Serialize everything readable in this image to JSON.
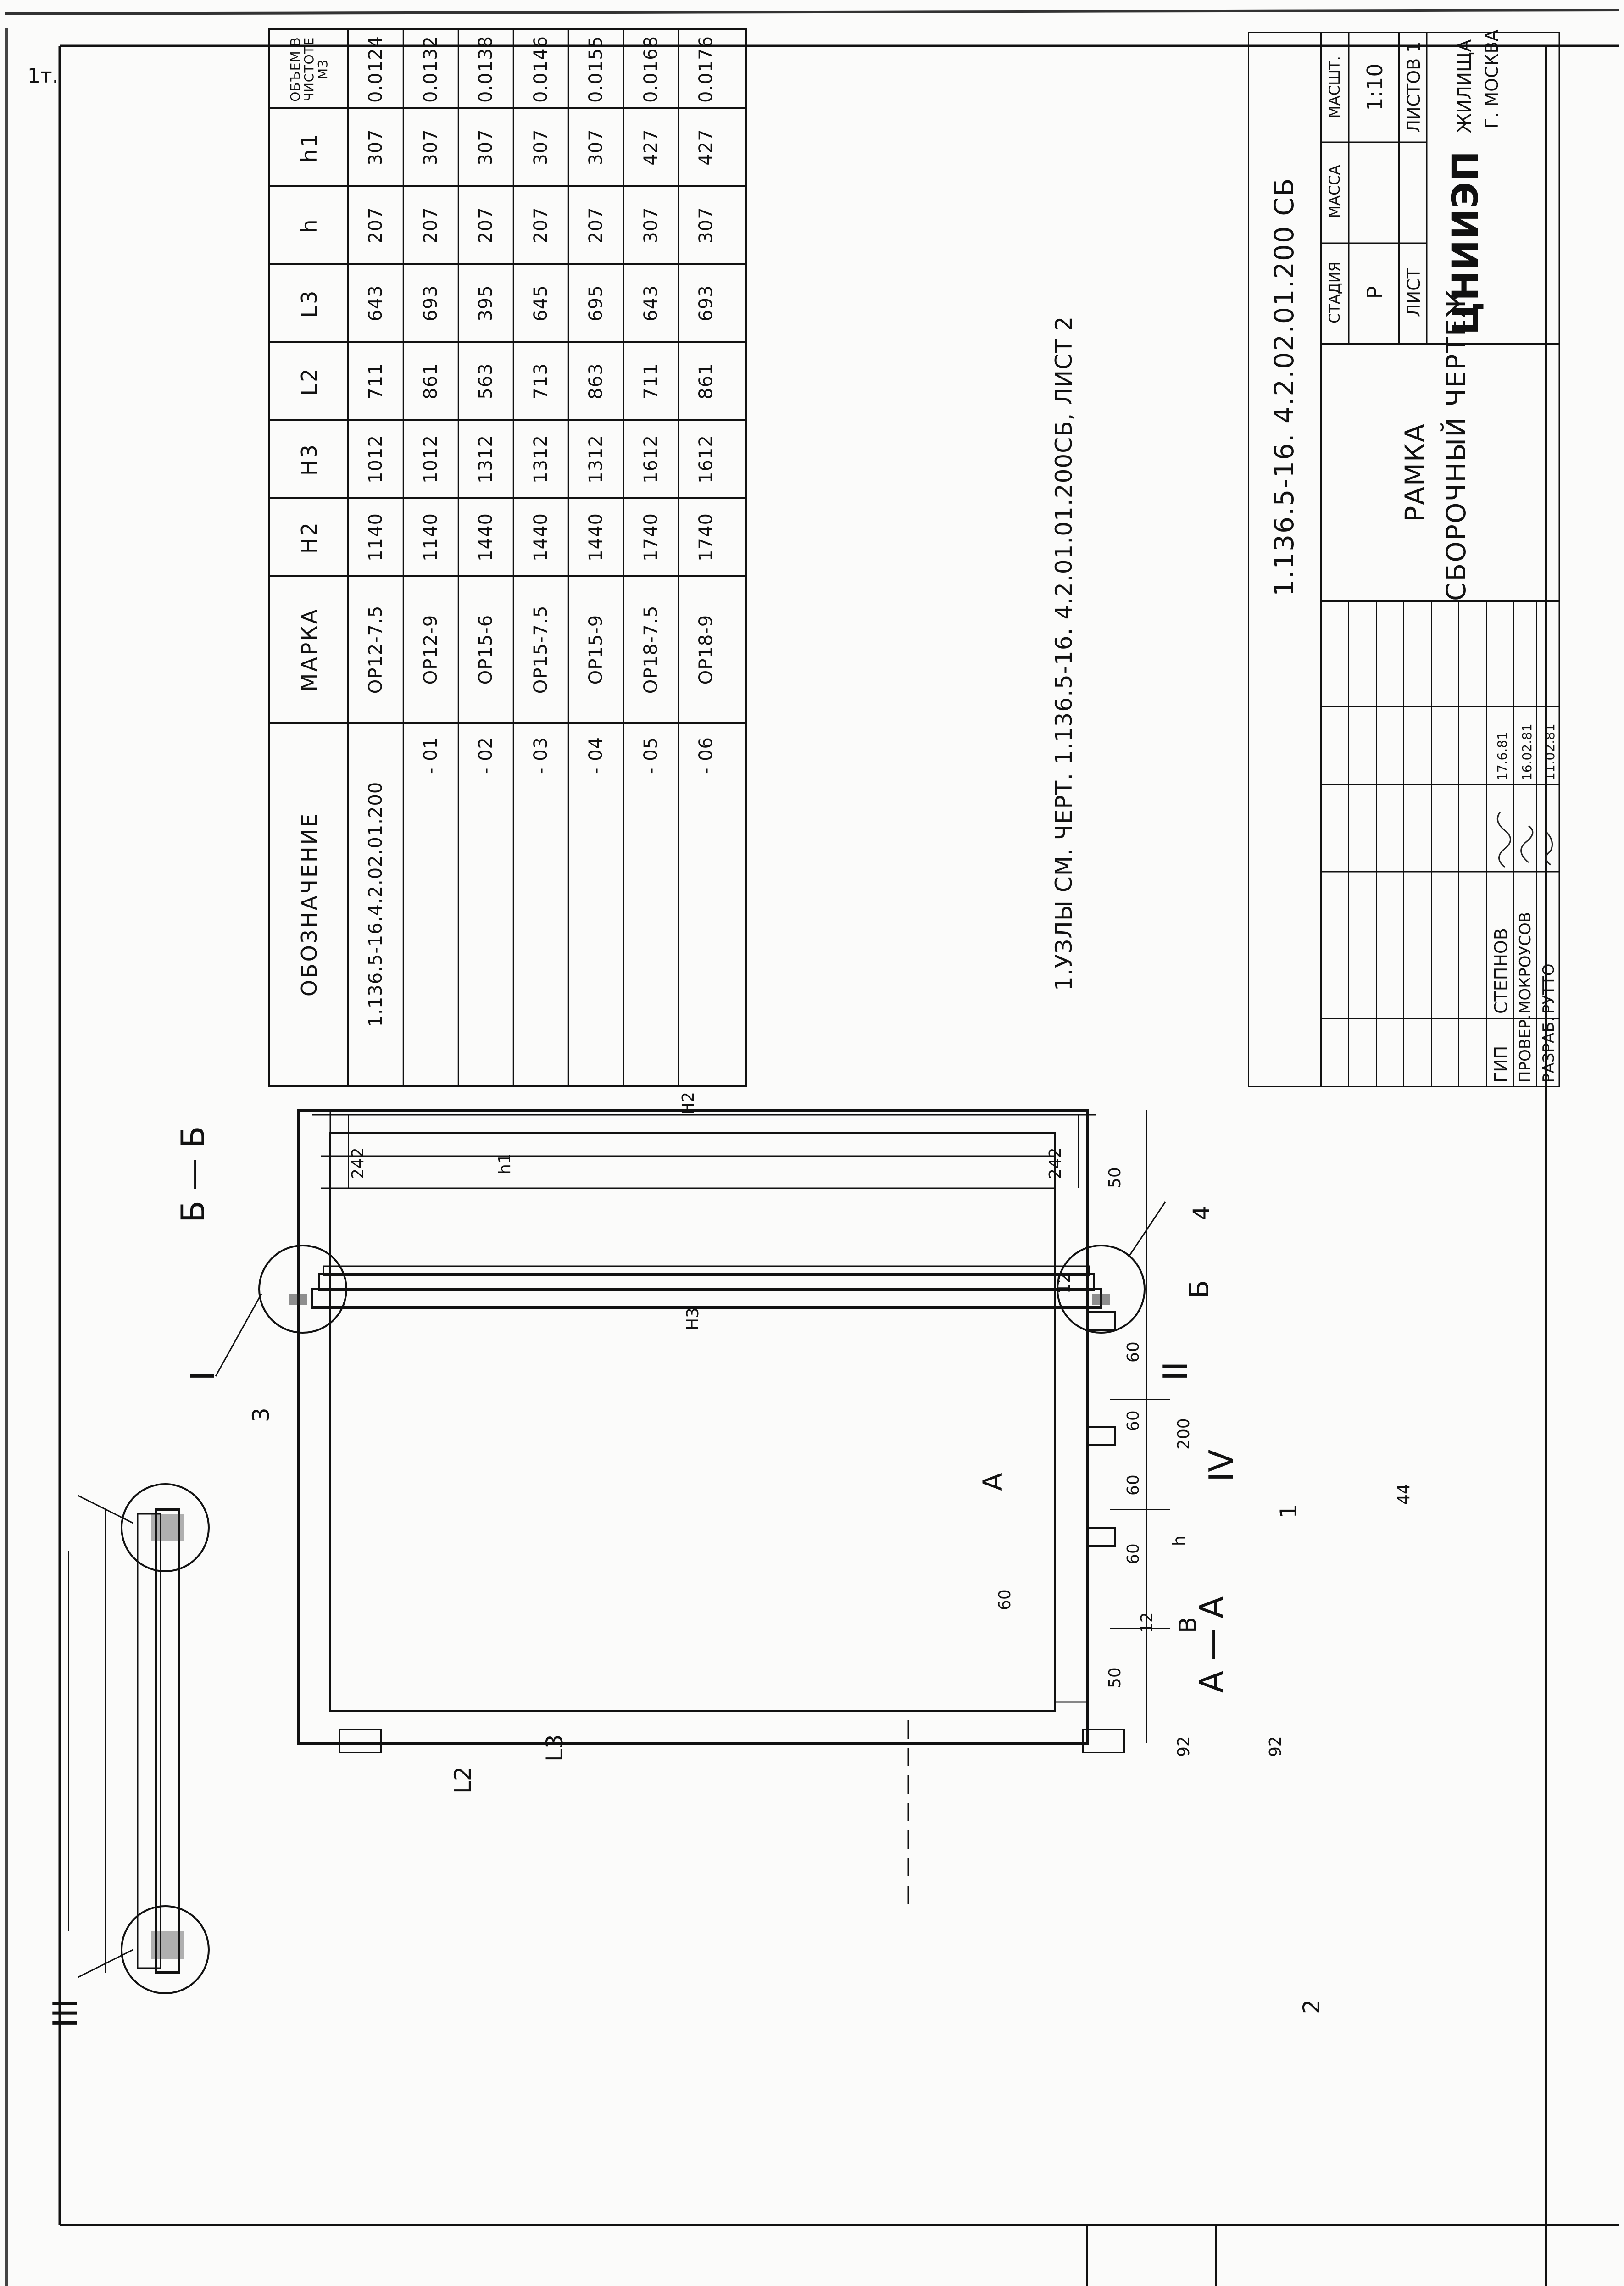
{
  "spec_table": {
    "headers": [
      "ОБОЗНАЧЕНИЕ",
      "МАРКА",
      "H2",
      "H3",
      "L2",
      "L3",
      "h",
      "h1",
      "ОБЪЕМ В ЧИСТОТЕ М3"
    ],
    "rows": [
      [
        "1.136.5-16.4.2.02.01.200",
        "ОР12-7.5",
        "1140",
        "1012",
        "711",
        "643",
        "207",
        "307",
        "0.0124"
      ],
      [
        "- 01",
        "ОР12-9",
        "1140",
        "1012",
        "861",
        "693",
        "207",
        "307",
        "0.0132"
      ],
      [
        "- 02",
        "ОР15-6",
        "1440",
        "1312",
        "563",
        "395",
        "207",
        "307",
        "0.0138"
      ],
      [
        "- 03",
        "ОР15-7.5",
        "1440",
        "1312",
        "713",
        "645",
        "207",
        "307",
        "0.0146"
      ],
      [
        "- 04",
        "ОР15-9",
        "1440",
        "1312",
        "863",
        "695",
        "207",
        "307",
        "0.0155"
      ],
      [
        "- 05",
        "ОР18-7.5",
        "1740",
        "1612",
        "711",
        "643",
        "307",
        "427",
        "0.0168"
      ],
      [
        "- 06",
        "ОР18-9",
        "1740",
        "1612",
        "861",
        "693",
        "307",
        "427",
        "0.0176"
      ]
    ]
  },
  "note": "1.УЗЛЫ СМ. ЧЕРТ. 1.136.5-16. 4.2.01.01.200СБ, ЛИСТ 2",
  "title_block": {
    "code": "1.136.5-16. 4.2.02.01.200 СБ",
    "title_line1": "РАМКА",
    "title_line2": "СБОРОЧНЫЙ ЧЕРТЕЖ",
    "stage_label": "СТАДИЯ",
    "mass_label": "МАССА",
    "scale_label": "МАСШТ.",
    "stage_value": "Р",
    "scale_value": "1:10",
    "sheet_label": "ЛИСТ",
    "sheets_label": "ЛИСТОВ 1",
    "org_name": "ЦНИИЭП",
    "org_suffix": "ЖИЛИЩА",
    "org_city": "Г. МОСКВА",
    "people": [
      {
        "role": "ГИП",
        "name": "СТЕПНОВ",
        "date": "17.6.81"
      },
      {
        "role": "ПРОВЕР.",
        "name": "МОКРОУСОВ",
        "date": "16.02.81"
      },
      {
        "role": "РАЗРАБ.",
        "name": "РУТТО",
        "date": "11.02.81"
      }
    ]
  },
  "drawing_labels": {
    "section_bb": "Б — Б",
    "section_aa": "А — А",
    "mark_a": "А",
    "mark_b": "Б",
    "mark_v": "В",
    "node_1": "I",
    "node_2": "II",
    "node_3": "III",
    "node_4": "IV",
    "pos_1": "1",
    "pos_2": "2",
    "pos_3": "3",
    "pos_4": "4",
    "dim_h2": "H2",
    "dim_h3": "H3",
    "dim_h1": "h1",
    "dim_h": "h",
    "dim_l2": "L2",
    "dim_l3": "L3",
    "dim_242a": "242",
    "dim_242b": "242",
    "dim_92a": "92",
    "dim_92b": "92",
    "dim_200": "200",
    "dim_50a": "50",
    "dim_50b": "50",
    "dim_12a": "12",
    "dim_12b": "12",
    "dim_60a": "60",
    "dim_60b": "60",
    "dim_60c": "60",
    "dim_60d": "60",
    "dim_60e": "60",
    "dim_44": "44"
  },
  "corner_mark": "1т."
}
